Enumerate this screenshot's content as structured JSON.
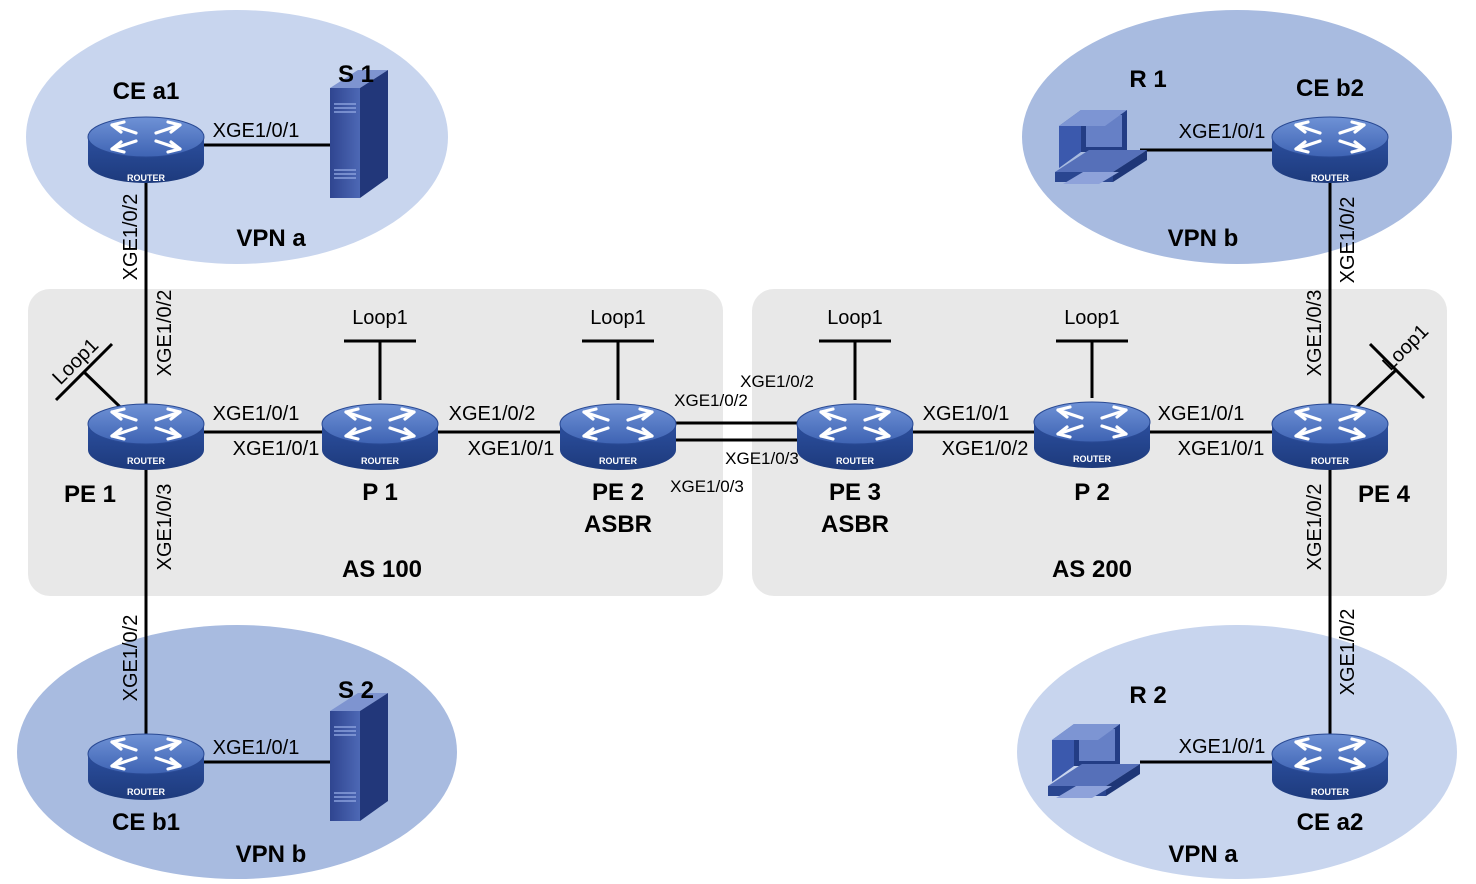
{
  "colors": {
    "vpn_a_ellipse": "#c9d6ee",
    "vpn_b_ellipse": "#a9bce0",
    "as_region": "#e8e8e8",
    "router_body": "#2f53a3",
    "router_top": "#5a7fc8"
  },
  "router_text": "ROUTER",
  "regions": {
    "as100": "AS 100",
    "as200": "AS 200"
  },
  "sites": {
    "vpn_a_top": "VPN a",
    "vpn_b_top": "VPN b",
    "vpn_b_bottom": "VPN b",
    "vpn_a_bottom": "VPN a"
  },
  "devices": {
    "ce_a1": "CE a1",
    "ce_b2": "CE b2",
    "ce_b1": "CE b1",
    "ce_a2": "CE a2",
    "pe1": "PE 1",
    "p1": "P 1",
    "pe2": "PE 2",
    "pe2_role": "ASBR",
    "pe3": "PE 3",
    "pe3_role": "ASBR",
    "p2": "P 2",
    "pe4": "PE 4",
    "s1": "S 1",
    "s2": "S 2",
    "r1": "R 1",
    "r2": "R 2"
  },
  "loopbacks": {
    "pe1": "Loop1",
    "p1": "Loop1",
    "pe2": "Loop1",
    "pe3": "Loop1",
    "p2": "Loop1",
    "pe4": "Loop1"
  },
  "interfaces": {
    "cea1_s1": "XGE1/0/1",
    "cea1_down": "XGE1/0/2",
    "pe1_up": "XGE1/0/2",
    "pe1_right": "XGE1/0/1",
    "p1_left": "XGE1/0/1",
    "p1_right": "XGE1/0/2",
    "pe2_left": "XGE1/0/1",
    "pe2_top": "XGE1/0/2",
    "pe3_top": "XGE1/0/2",
    "pe3_bottom": "XGE1/0/3",
    "pe2_bottom": "XGE1/0/3",
    "pe3_right": "XGE1/0/1",
    "p2_left": "XGE1/0/2",
    "p2_right": "XGE1/0/1",
    "pe4_left": "XGE1/0/1",
    "pe1_down": "XGE1/0/3",
    "ceb1_up": "XGE1/0/2",
    "ceb1_s2": "XGE1/0/1",
    "r1_ceb2": "XGE1/0/1",
    "ceb2_down": "XGE1/0/2",
    "pe4_up": "XGE1/0/3",
    "pe4_down": "XGE1/0/2",
    "cea2_up": "XGE1/0/2",
    "r2_cea2": "XGE1/0/1"
  }
}
